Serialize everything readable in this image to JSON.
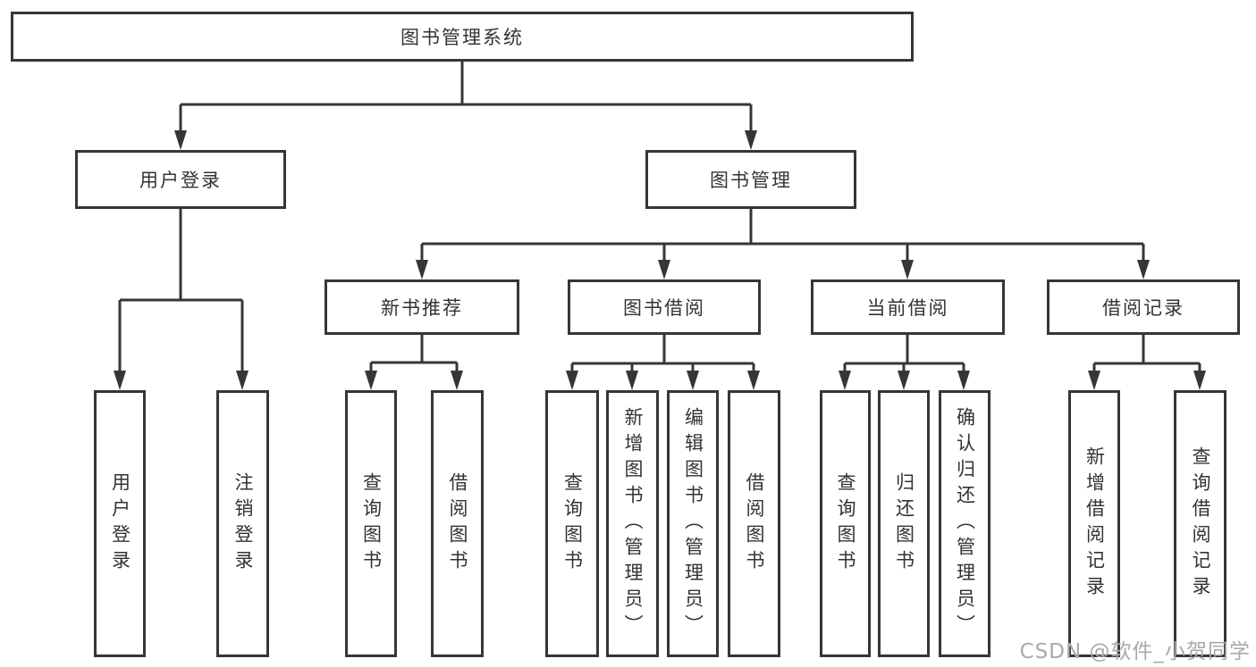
{
  "diagram": {
    "root": "图书管理系统",
    "branches": [
      {
        "label": "用户登录",
        "children": [
          "用户登录",
          "注销登录"
        ]
      },
      {
        "label": "图书管理",
        "sections": [
          {
            "label": "新书推荐",
            "children": [
              "查询图书",
              "借阅图书"
            ]
          },
          {
            "label": "图书借阅",
            "children": [
              "查询图书",
              "新增图书（管理员）",
              "编辑图书（管理员）",
              "借阅图书"
            ]
          },
          {
            "label": "当前借阅",
            "children": [
              "查询图书",
              "归还图书",
              "确认归还（管理员）"
            ]
          },
          {
            "label": "借阅记录",
            "children": [
              "新增借阅记录",
              "查询借阅记录"
            ]
          }
        ]
      }
    ],
    "watermark": "CSDN @软件_小贺同学",
    "colors": {
      "line": "#363636",
      "box_border": "#363636",
      "text": "#333333",
      "watermark": "#a9a9a9",
      "background": "#ffffff"
    }
  }
}
